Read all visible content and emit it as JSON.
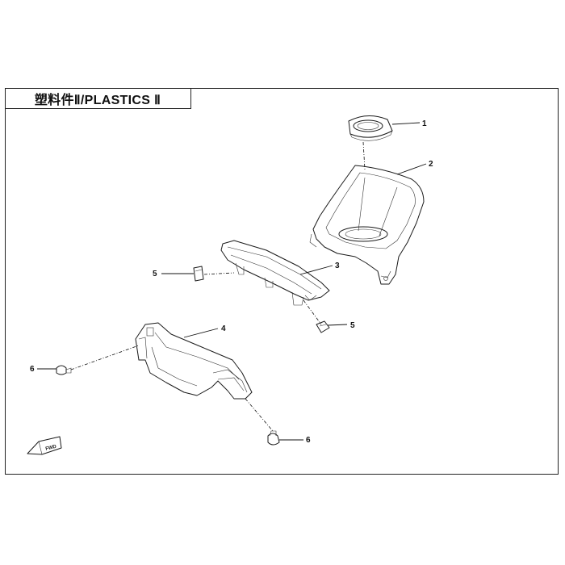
{
  "title": "塑料件Ⅱ/PLASTICS Ⅱ",
  "callouts": [
    {
      "id": "c1",
      "label": "1"
    },
    {
      "id": "c2",
      "label": "2"
    },
    {
      "id": "c3",
      "label": "3"
    },
    {
      "id": "c4",
      "label": "4"
    },
    {
      "id": "c5a",
      "label": "5"
    },
    {
      "id": "c5b",
      "label": "5"
    },
    {
      "id": "c6a",
      "label": "6"
    },
    {
      "id": "c6b",
      "label": "6"
    }
  ],
  "direction_badge": "FWD",
  "colors": {
    "line": "#1a1a1a",
    "background": "#ffffff"
  }
}
